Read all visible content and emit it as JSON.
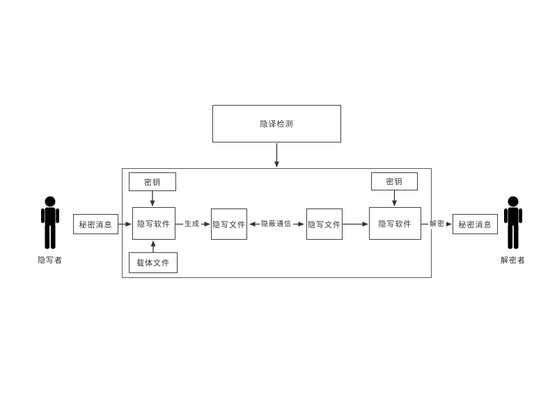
{
  "diagram": {
    "detection_box": {
      "label": "隐译检测"
    },
    "sender": {
      "label": "隐写者"
    },
    "receiver": {
      "label": "解密者"
    },
    "secret_message_left": {
      "label": "秘密消息"
    },
    "key_left": {
      "label": "密钥"
    },
    "stego_software_left": {
      "label": "隐写软件"
    },
    "carrier_file": {
      "label": "载体文件"
    },
    "stego_file_left": {
      "label": "隐写文件"
    },
    "stego_file_right": {
      "label": "隐写文件"
    },
    "key_right": {
      "label": "密钥"
    },
    "stego_software_right": {
      "label": "隐写软件"
    },
    "secret_message_right": {
      "label": "秘密消息"
    },
    "edge_labels": {
      "generate": "生成",
      "covert_communication": "隐蔽通信",
      "decrypt": "解密"
    },
    "colors": {
      "node_border": "#404040",
      "container_border": "#595959",
      "arrow": "#333333",
      "text": "#333333",
      "figure": "#000000",
      "background": "#ffffff"
    }
  }
}
